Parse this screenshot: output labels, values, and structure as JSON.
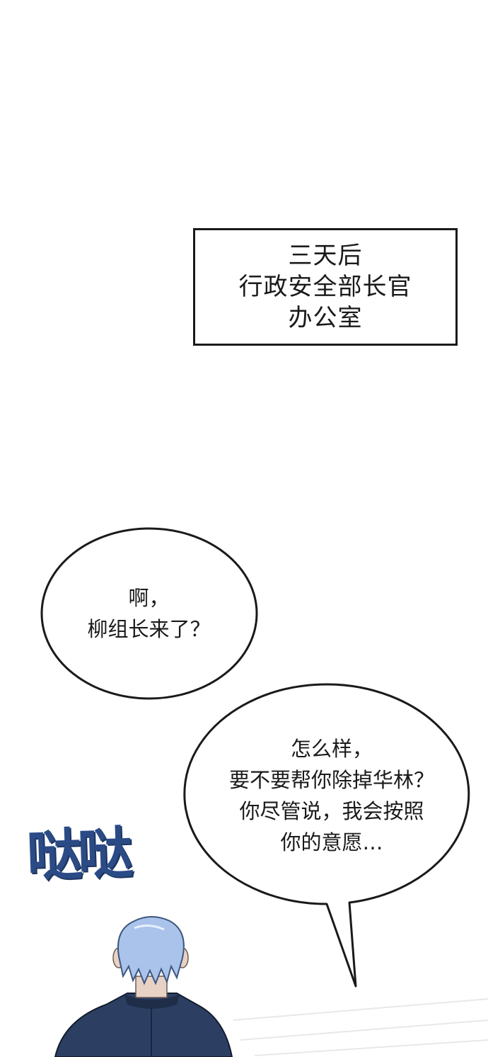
{
  "caption": {
    "lines": [
      "三天后",
      "行政安全部长官",
      "办公室"
    ]
  },
  "bubble_1": {
    "lines": [
      "啊，",
      "柳组长来了？"
    ]
  },
  "bubble_2": {
    "lines": [
      "怎么样，",
      "要不要帮你除掉华林？",
      "你尽管说，我会按照",
      "你的意愿…"
    ]
  },
  "sfx": {
    "text": "哒哒",
    "color": "#2b4b86"
  },
  "colors": {
    "background": "#ffffff",
    "ink": "#1a1a1a",
    "hair": "#a9c3ea",
    "jacket": "#2c3f63"
  }
}
